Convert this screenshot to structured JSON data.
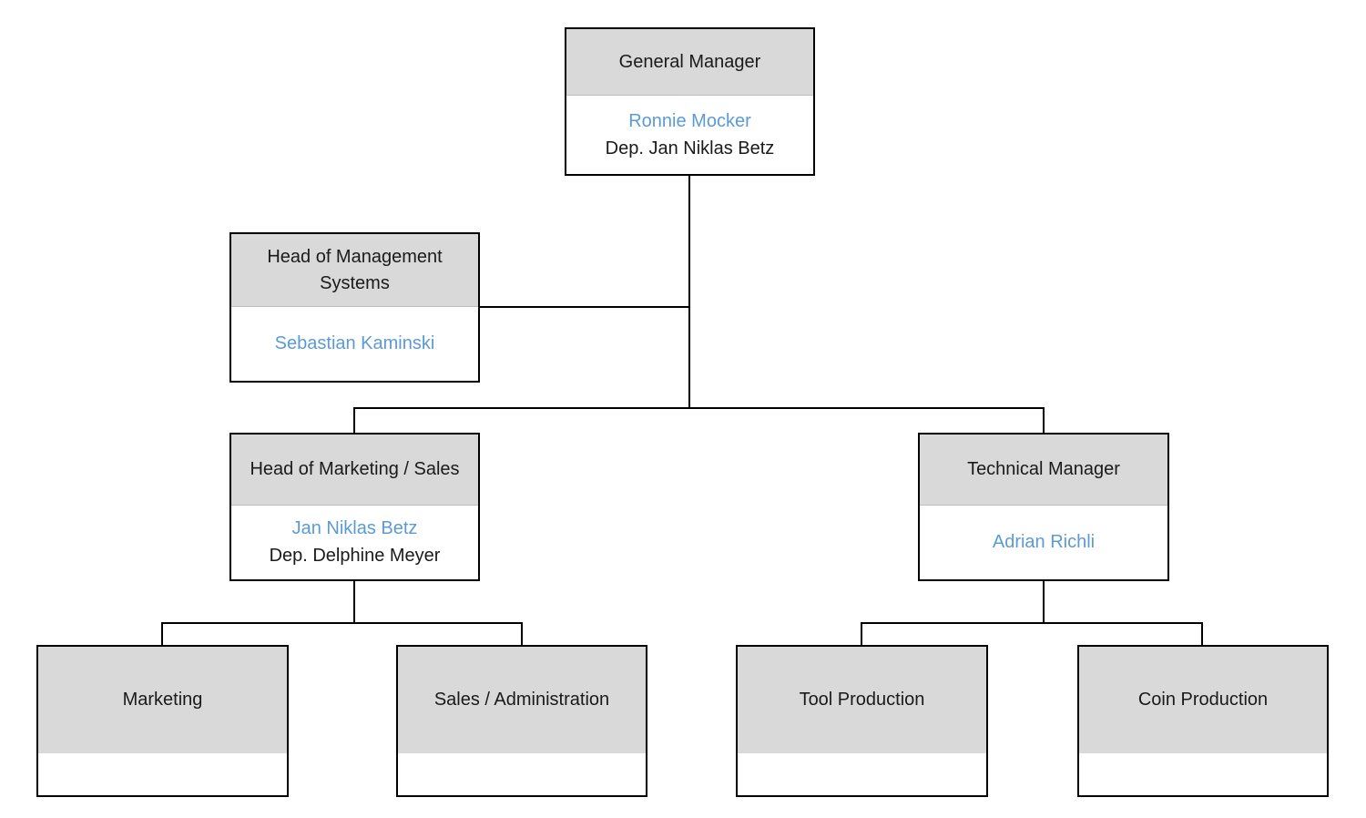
{
  "colors": {
    "header_fill": "#d9d9d9",
    "person_name": "#5b9bd5",
    "box_border": "#000000",
    "title_text": "#1a1a1a",
    "background": "#ffffff"
  },
  "nodes": {
    "general_manager": {
      "title": "General Manager",
      "person": "Ronnie Mocker",
      "deputy": "Dep. Jan Niklas Betz"
    },
    "head_management_systems": {
      "title": "Head of Management Systems",
      "person": "Sebastian Kaminski"
    },
    "head_marketing_sales": {
      "title": "Head of Marketing / Sales",
      "person": "Jan Niklas Betz",
      "deputy": "Dep. Delphine Meyer"
    },
    "technical_manager": {
      "title": "Technical Manager",
      "person": "Adrian Richli"
    },
    "marketing": {
      "title": "Marketing"
    },
    "sales_administration": {
      "title": "Sales / Administration"
    },
    "tool_production": {
      "title": "Tool Production"
    },
    "coin_production": {
      "title": "Coin Production"
    }
  }
}
